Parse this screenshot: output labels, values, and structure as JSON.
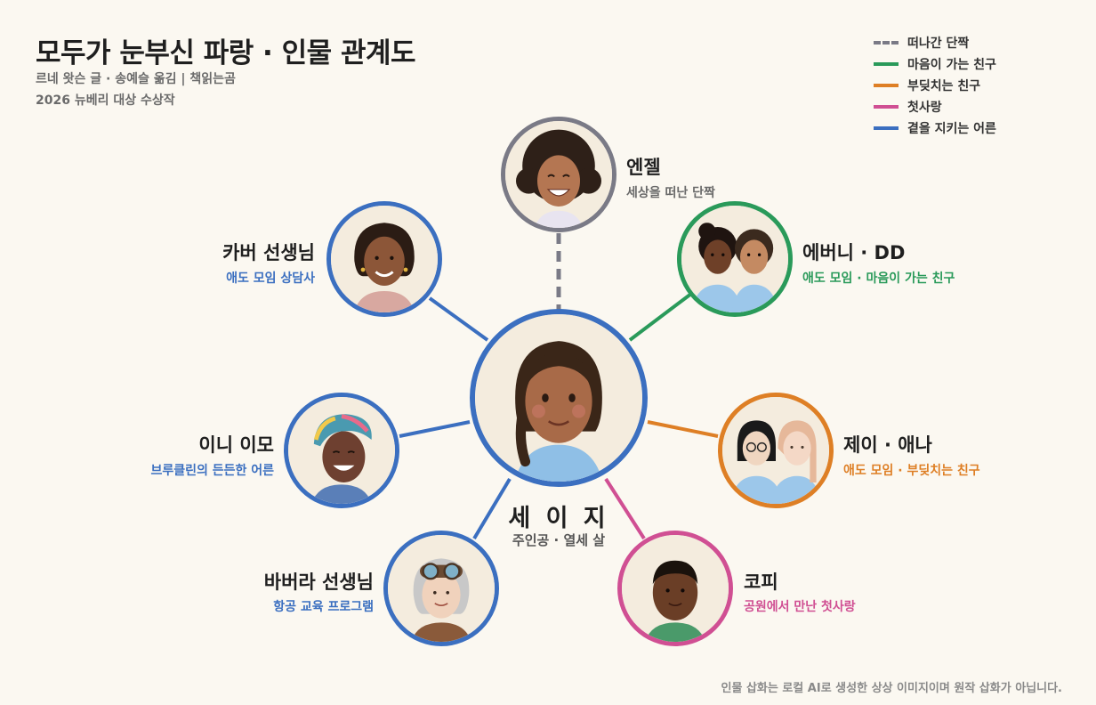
{
  "title": "모두가 눈부신 파랑 · 인물 관계도",
  "subtitle_line1": "르네 왓슨 글 · 송예슬 옮김 | 책읽는곰",
  "subtitle_line2": "2026 뉴베리 대상 수상작",
  "legend": [
    {
      "label": "떠나간 단짝",
      "color": "#7a7a86",
      "style": "dashed"
    },
    {
      "label": "마음이 가는 친구",
      "color": "#2a9a5a",
      "style": "solid"
    },
    {
      "label": "부딪치는 친구",
      "color": "#de7f25",
      "style": "solid"
    },
    {
      "label": "첫사랑",
      "color": "#d04f93",
      "style": "solid"
    },
    {
      "label": "곁을 지키는 어른",
      "color": "#3b6fc0",
      "style": "solid"
    }
  ],
  "center": {
    "name": "세 이 지",
    "role": "주인공 · 열세 살",
    "color": "#3b6fc0"
  },
  "characters": {
    "angel": {
      "name": "엔젤",
      "role": "세상을 떠난 단짝",
      "color": "#7a7a86",
      "role_color": "#6a6a6a"
    },
    "ebony": {
      "name": "에버니 · DD",
      "role": "애도 모임 · 마음이 가는 친구",
      "color": "#2a9a5a",
      "role_color": "#2a9a5a"
    },
    "carver": {
      "name": "카버 선생님",
      "role": "애도 모임 상담사",
      "color": "#3b6fc0",
      "role_color": "#3b6fc0"
    },
    "inni": {
      "name": "이니 이모",
      "role": "브루클린의 든든한 어른",
      "color": "#3b6fc0",
      "role_color": "#3b6fc0"
    },
    "jay": {
      "name": "제이 · 애나",
      "role": "애도 모임 · 부딪치는 친구",
      "color": "#de7f25",
      "role_color": "#de7f25"
    },
    "barbara": {
      "name": "바버라 선생님",
      "role": "항공 교육 프로그램",
      "color": "#3b6fc0",
      "role_color": "#3b6fc0"
    },
    "coffee": {
      "name": "코피",
      "role": "공원에서 만난 첫사랑",
      "color": "#d04f93",
      "role_color": "#d04f93"
    }
  },
  "footnote": "인물 삽화는 로컬 AI로 생성한 상상 이미지이며 원작 삽화가 아닙니다."
}
